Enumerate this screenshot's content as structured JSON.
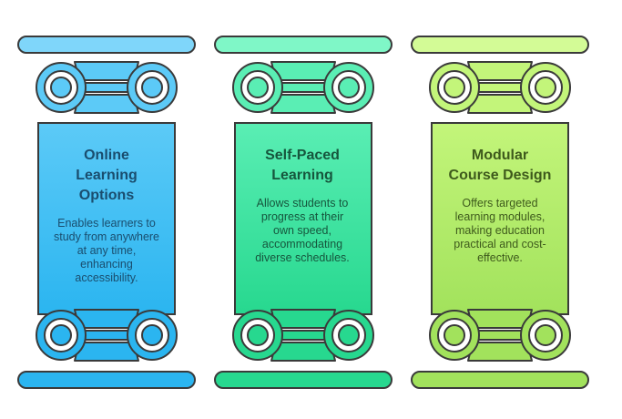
{
  "columns": [
    {
      "title": "Online\nLearning\nOptions",
      "description": "Enables learners to\nstudy from anywhere\nat any time,\nenhancing\naccessibility.",
      "top_color": "#7fd6fa",
      "mid_color": "#5ccaf7",
      "bottom_color": "#2bb5f0",
      "title_color": "#1a4d6e",
      "text_color": "#1a4d6e"
    },
    {
      "title": "Self-Paced\nLearning",
      "description": "Allows students to\nprogress at their\nown speed,\naccommodating\ndiverse schedules.",
      "top_color": "#7ff7c7",
      "mid_color": "#5aeeb4",
      "bottom_color": "#27d88f",
      "title_color": "#16563d",
      "text_color": "#16563d"
    },
    {
      "title": "Modular\nCourse Design",
      "description": "Offers targeted\nlearning modules,\nmaking education\npractical and cost-\neffective.",
      "top_color": "#d3fb96",
      "mid_color": "#c3f57a",
      "bottom_color": "#a2e25c",
      "title_color": "#3e5a1c",
      "text_color": "#3e5a1c"
    }
  ]
}
